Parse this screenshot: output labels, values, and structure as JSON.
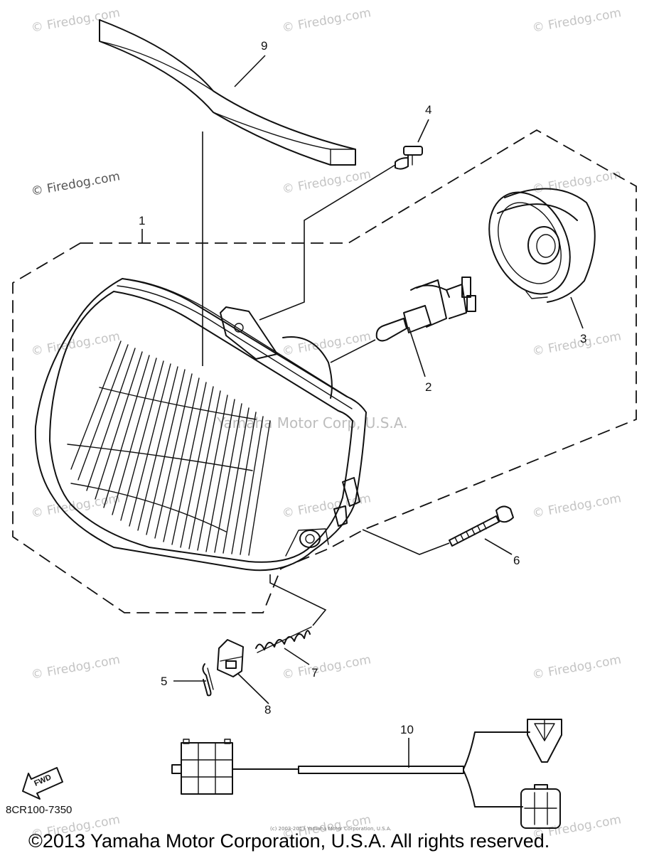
{
  "watermarks": {
    "firedog": "© Firedog.com",
    "center": "Yamaha Motor Corp, U.S.A.",
    "tiny": "(c) 2003-2013 Yamaha Motor Corporation, U.S.A."
  },
  "callouts": {
    "c1": "1",
    "c2": "2",
    "c3": "3",
    "c4": "4",
    "c5": "5",
    "c6": "6",
    "c7": "7",
    "c8": "8",
    "c9": "9",
    "c10": "10"
  },
  "fwd_label": "FWD",
  "diagram_code": "8CR100-7350",
  "copyright": "©2013 Yamaha Motor Corporation, U.S.A. All rights reserved."
}
